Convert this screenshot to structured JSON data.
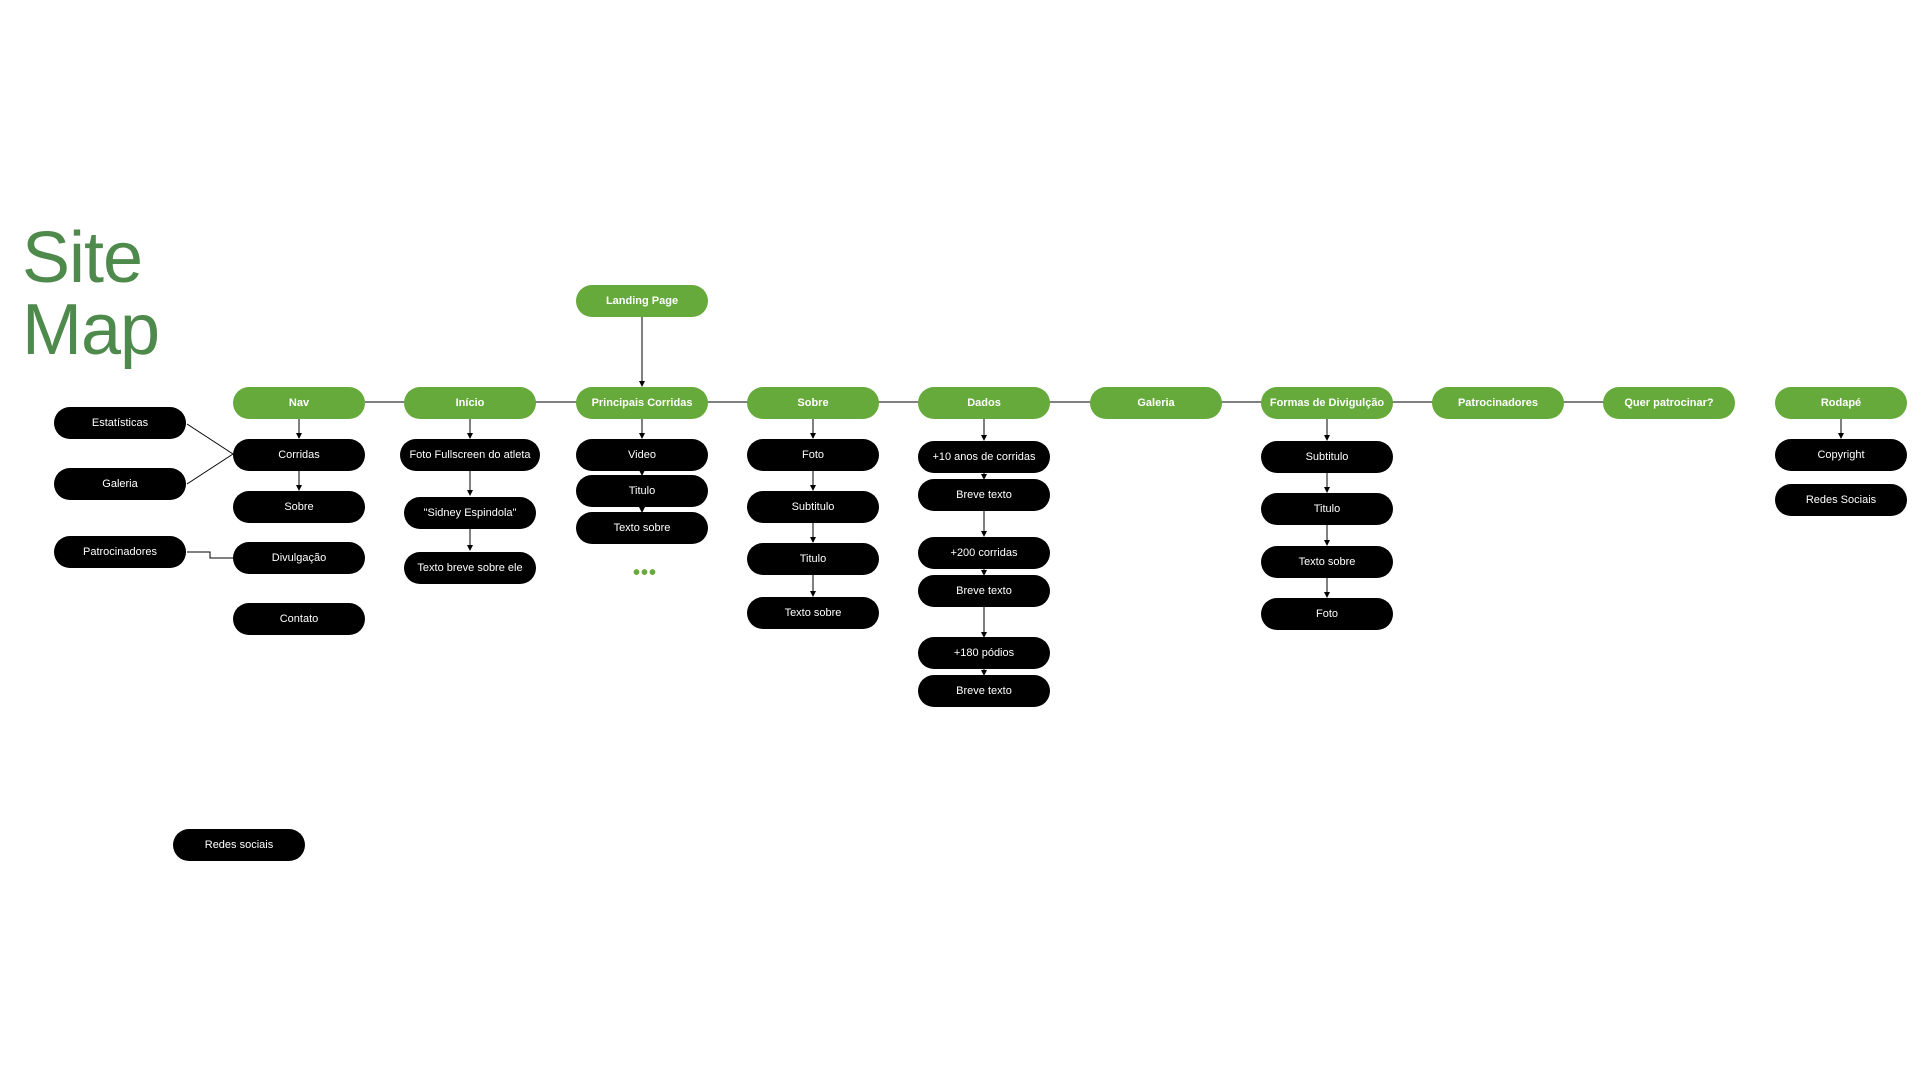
{
  "title": {
    "line1": "Site",
    "line2": "Map"
  },
  "colors": {
    "green": "#67aa3c",
    "title": "#4e8a4c",
    "node": "#000000",
    "text": "#ffffff"
  },
  "root": "Landing Page",
  "sections": {
    "nav": "Nav",
    "inicio": "Início",
    "corridas": "Principais Corridas",
    "sobre": "Sobre",
    "dados": "Dados",
    "galeria": "Galeria",
    "formas": "Formas de Divigulção",
    "patrocinadores": "Patrocinadores",
    "quer": "Quer patrocinar?",
    "rodape": "Rodapé"
  },
  "nav_items": [
    "Corridas",
    "Sobre",
    "Divulgação",
    "Contato"
  ],
  "nav_side": [
    "Estatísticas",
    "Galeria",
    "Patrocinadores"
  ],
  "inicio_items": [
    "Foto Fullscreen do atleta",
    "\"Sidney Espindola\"",
    "Texto breve sobre ele"
  ],
  "corridas_items": [
    "Video",
    "Titulo",
    "Texto sobre"
  ],
  "corridas_more": "•••",
  "sobre_items": [
    "Foto",
    "Subtitulo",
    "Titulo",
    "Texto sobre"
  ],
  "dados_items": [
    "+10 anos de corridas",
    "Breve texto",
    "+200 corridas",
    "Breve texto",
    "+180 pódios",
    "Breve texto"
  ],
  "formas_items": [
    "Subtitulo",
    "Titulo",
    "Texto sobre",
    "Foto"
  ],
  "rodape_items": [
    "Copyright",
    "Redes Sociais"
  ],
  "extra": "Redes sociais"
}
